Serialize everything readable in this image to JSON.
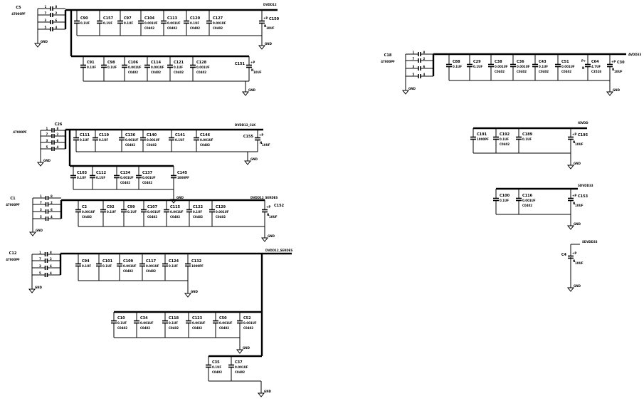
{
  "gnd_label": "GND",
  "array_pins": {
    "left": [
      "1",
      "7",
      "3",
      "5"
    ],
    "right": [
      "8",
      "2",
      "6",
      "4"
    ]
  },
  "groups": [
    {
      "net": "DVDD12",
      "array": {
        "ref": "C5",
        "value": "47000PF"
      },
      "rows": [
        {
          "caps": [
            {
              "ref": "C90",
              "lines": [
                "0.1UF"
              ]
            },
            {
              "ref": "C157",
              "lines": [
                "0.1UF"
              ]
            },
            {
              "ref": "C97",
              "lines": [
                "0.1UF"
              ]
            },
            {
              "ref": "C104",
              "lines": [
                "0.001UF",
                "C0402"
              ]
            },
            {
              "ref": "C113",
              "lines": [
                "0.001UF",
                "C0402"
              ]
            },
            {
              "ref": "C120",
              "lines": [
                "0.1UF",
                "C0402"
              ]
            },
            {
              "ref": "C127",
              "lines": [
                "0.001UF",
                "C0402"
              ]
            }
          ],
          "ecap": {
            "ref": "C150",
            "plus": "+P",
            "minus": "N",
            "value": "10UF"
          }
        },
        {
          "caps": [
            {
              "ref": "C91",
              "lines": [
                "0.1UF"
              ]
            },
            {
              "ref": "C98",
              "lines": [
                "0.1UF"
              ]
            },
            {
              "ref": "C106",
              "lines": [
                "0.001UF",
                "C0402"
              ]
            },
            {
              "ref": "C114",
              "lines": [
                "0.001UF",
                "C0402"
              ]
            },
            {
              "ref": "C121",
              "lines": [
                "0.1UF",
                "C0402"
              ]
            },
            {
              "ref": "C128",
              "lines": [
                "0.001UF",
                "C0402"
              ]
            }
          ],
          "ecap": {
            "ref": "C151",
            "plus": "+P",
            "minus": "N",
            "value": "10UF"
          }
        }
      ]
    },
    {
      "net": "AVDD33",
      "array": {
        "ref": "C18",
        "value": "47000PF"
      },
      "rows": [
        {
          "caps": [
            {
              "ref": "C88",
              "lines": [
                "0.1UF"
              ]
            },
            {
              "ref": "C29",
              "lines": [
                "0.1UF"
              ]
            },
            {
              "ref": "C38",
              "lines": [
                "0.001UF",
                "C0402"
              ]
            },
            {
              "ref": "C36",
              "lines": [
                "0.001UF",
                "C0402"
              ]
            },
            {
              "ref": "C43",
              "lines": [
                "0.1UF",
                "C0402"
              ]
            },
            {
              "ref": "C51",
              "lines": [
                "0.001UF",
                "C0402"
              ]
            },
            {
              "ref": "C64",
              "lines": [
                "4.7UF",
                "C3528"
              ],
              "pins": [
                "P+",
                "N"
              ]
            }
          ],
          "ecap": {
            "ref": "C30",
            "plus": "+P",
            "minus": "N",
            "value": "10UF"
          }
        }
      ]
    },
    {
      "net": "DVDD12_CLK",
      "array": {
        "ref": "C26",
        "value": "47000PF"
      },
      "rows": [
        {
          "caps": [
            {
              "ref": "C111",
              "lines": [
                "0.1UF"
              ]
            },
            {
              "ref": "C119",
              "lines": [
                "0.1UF"
              ]
            },
            {
              "ref": "C136",
              "lines": [
                "0.001UF",
                "C0402"
              ]
            },
            {
              "ref": "C140",
              "lines": [
                "0.001UF",
                "C0402"
              ]
            },
            {
              "ref": "C141",
              "lines": [
                "0.1UF"
              ]
            },
            {
              "ref": "C146",
              "lines": [
                "0.001UF",
                "C0402"
              ]
            }
          ],
          "ecap": {
            "ref": "C155",
            "plus": "+P",
            "minus": "N",
            "value": "10UF"
          }
        },
        {
          "caps": [
            {
              "ref": "C103",
              "lines": [
                "0.1UF"
              ]
            },
            {
              "ref": "C112",
              "lines": [
                "0.1UF"
              ]
            },
            {
              "ref": "C134",
              "lines": [
                "0.001UF",
                "C0402"
              ]
            },
            {
              "ref": "C137",
              "lines": [
                "0.001UF",
                "C0402"
              ]
            },
            {
              "ref": "C145",
              "lines": [
                "1000PF"
              ]
            }
          ]
        }
      ]
    },
    {
      "net": "DVDD12_SERDES",
      "array": {
        "ref": "C1",
        "value": "47000PF"
      },
      "rows": [
        {
          "caps": [
            {
              "ref": "C2",
              "lines": [
                "0.001UF",
                "C0402"
              ]
            },
            {
              "ref": "C92",
              "lines": [
                "0.1UF"
              ]
            },
            {
              "ref": "C99",
              "lines": [
                "0.1UF"
              ]
            },
            {
              "ref": "C107",
              "lines": [
                "0.001UF",
                "C0402"
              ]
            },
            {
              "ref": "C115",
              "lines": [
                "0.001UF",
                "C0402"
              ]
            },
            {
              "ref": "C122",
              "lines": [
                "0.1UF",
                "C0402"
              ]
            },
            {
              "ref": "C129",
              "lines": [
                "0.001UF",
                "C0402"
              ]
            }
          ],
          "ecap": {
            "ref": "C152",
            "plus": "+P",
            "minus": "N",
            "value": "10UF"
          }
        }
      ]
    },
    {
      "net": "DVDD12_SERDES",
      "array": {
        "ref": "C12",
        "value": "47000PF"
      },
      "rows": [
        {
          "caps": [
            {
              "ref": "C94",
              "lines": [
                "0.1UF"
              ]
            },
            {
              "ref": "C101",
              "lines": [
                "0.1UF"
              ]
            },
            {
              "ref": "C109",
              "lines": [
                "0.001UF",
                "C0402"
              ]
            },
            {
              "ref": "C117",
              "lines": [
                "0.001UF",
                "C0402"
              ]
            },
            {
              "ref": "C124",
              "lines": [
                "0.1UF"
              ]
            },
            {
              "ref": "C132",
              "lines": [
                "1000PF"
              ]
            }
          ]
        },
        {
          "caps": [
            {
              "ref": "C10",
              "lines": [
                "0.1UF",
                "C0402"
              ]
            },
            {
              "ref": "C34",
              "lines": [
                "0.001UF",
                "C0402"
              ]
            },
            {
              "ref": "C118",
              "lines": [
                "0.1UF",
                "C0402"
              ]
            },
            {
              "ref": "C123",
              "lines": [
                "0.001UF",
                "C0402"
              ]
            },
            {
              "ref": "C50",
              "lines": [
                "0.001UF",
                "C0402"
              ]
            },
            {
              "ref": "C52",
              "lines": [
                "0.001UF",
                "C0402"
              ]
            }
          ]
        },
        {
          "caps": [
            {
              "ref": "C35",
              "lines": [
                "0.1UF",
                "C0402"
              ]
            },
            {
              "ref": "C37",
              "lines": [
                "0.001UF",
                "C0402"
              ]
            }
          ]
        }
      ]
    },
    {
      "net": "IOVDD",
      "rows": [
        {
          "caps": [
            {
              "ref": "C191",
              "lines": [
                "1000PF"
              ]
            },
            {
              "ref": "C192",
              "lines": [
                "0.1UF",
                "C0402"
              ]
            },
            {
              "ref": "C189",
              "lines": [
                "0.1UF"
              ]
            }
          ],
          "ecap": {
            "ref": "C195",
            "plus": "+P",
            "minus": "N",
            "value": "10UF"
          }
        }
      ]
    },
    {
      "net": "SDVDD33",
      "rows": [
        {
          "caps": [
            {
              "ref": "C100",
              "lines": [
                "0.1UF"
              ]
            },
            {
              "ref": "C116",
              "lines": [
                "0.001UF",
                "C0402"
              ]
            }
          ],
          "ecap": {
            "ref": "C153",
            "plus": "+P",
            "minus": "N",
            "value": "10UF"
          }
        }
      ]
    },
    {
      "net": "SDVDD33",
      "rows": [
        {
          "caps": [],
          "ecap": {
            "ref": "C4",
            "plus": "+P",
            "minus": "N",
            "value": "10UF"
          }
        }
      ]
    }
  ]
}
